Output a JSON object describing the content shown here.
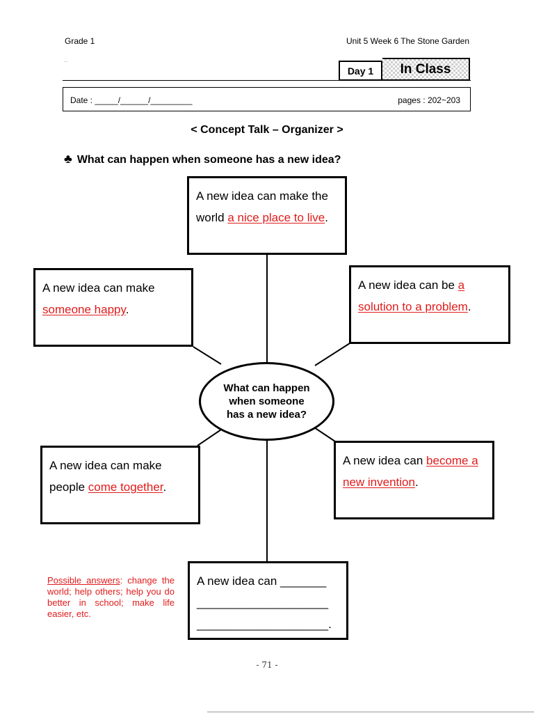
{
  "header": {
    "grade": "Grade  1",
    "unit": "Unit 5  Week 6 The Stone Garden",
    "tiny_mark": "~~~",
    "day": "Day 1",
    "session": "In Class",
    "date_label": "Date : _____/______/_________",
    "pages_label": "pages : 202~203"
  },
  "title": "< Concept Talk – Organizer >",
  "question": {
    "bullet": "♣",
    "text": "What can happen when someone has a new idea?"
  },
  "center_oval": "What can happen when someone has a new idea?",
  "boxes": {
    "top": {
      "prefix": "A new idea can make the world ",
      "answer": "a nice place to live",
      "suffix": "."
    },
    "upper_left": {
      "prefix": "A new idea can make ",
      "answer": "someone happy",
      "suffix": "."
    },
    "upper_right": {
      "prefix": "A new idea can be ",
      "answer": "a solution to a problem",
      "suffix": "."
    },
    "lower_left": {
      "prefix": "A new idea can make people ",
      "answer": "come together",
      "suffix": "."
    },
    "lower_right": {
      "prefix": "A new idea can ",
      "answer": "become a new invention",
      "suffix": "."
    },
    "bottom": {
      "line1": "A new idea can _______",
      "line2": "____________________",
      "line3": "____________________."
    }
  },
  "possible_answers": {
    "label": "Possible answers",
    "text": ": change the world; help others; help you do better in school; make life easier, etc."
  },
  "page_number": "- 71 -",
  "colors": {
    "answer": "#e11b1b",
    "ink": "#000000"
  }
}
